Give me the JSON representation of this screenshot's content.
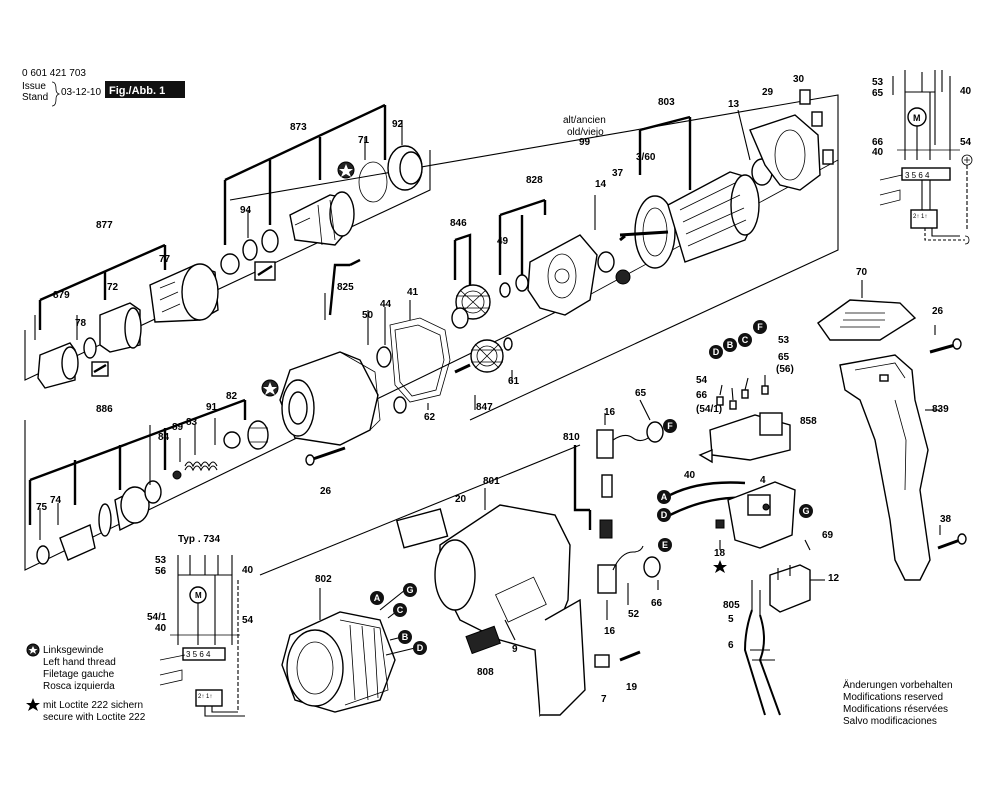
{
  "header": {
    "doc_number": "0 601 421 703",
    "issue_label": "Issue",
    "stand_label": "Stand",
    "date": "03-12-10",
    "figure_label": "Fig./Abb. 1"
  },
  "alt_label": {
    "line1": "alt/ancien",
    "line2": "old/viejo"
  },
  "typ_label": "Typ . 734",
  "legend": {
    "left_hand": [
      "Linksgewinde",
      "Left hand thread",
      "Filetage gauche",
      "Rosca izquierda"
    ],
    "loctite": [
      "mit Loctite 222 sichern",
      "secure with Loctite 222"
    ]
  },
  "modifications": [
    "Änderungen vorbehalten",
    "Modifications reserved",
    "Modifications réservées",
    "Salvo modificaciones"
  ],
  "callouts": [
    "873",
    "71",
    "92",
    "94",
    "877",
    "72",
    "77",
    "879",
    "78",
    "825",
    "44",
    "41",
    "50",
    "828",
    "846",
    "49",
    "803",
    "13",
    "29",
    "30",
    "99",
    "14",
    "37",
    "3/60",
    "886",
    "82",
    "91",
    "83",
    "89",
    "84",
    "75",
    "74",
    "26",
    "62",
    "847",
    "61",
    "65",
    "16",
    "810",
    "801",
    "20",
    "802",
    "70",
    "26",
    "839",
    "53",
    "65",
    "(56)",
    "54",
    "66",
    "(54/1)",
    "858",
    "40",
    "4",
    "69",
    "18",
    "12",
    "805",
    "5",
    "6",
    "38",
    "9",
    "808",
    "52",
    "66",
    "16",
    "7",
    "19"
  ],
  "letters": [
    "A",
    "B",
    "C",
    "D",
    "E",
    "F",
    "G"
  ],
  "wiring": {
    "top_labels": [
      "53",
      "65",
      "66",
      "40",
      "40",
      "54"
    ],
    "bottom_labels": [
      "53",
      "56",
      "54/1",
      "40",
      "40",
      "54"
    ],
    "terminal_numbers": "3 5 6 4",
    "switch_label": "2↑ 1↑",
    "motor_symbol": "M"
  }
}
